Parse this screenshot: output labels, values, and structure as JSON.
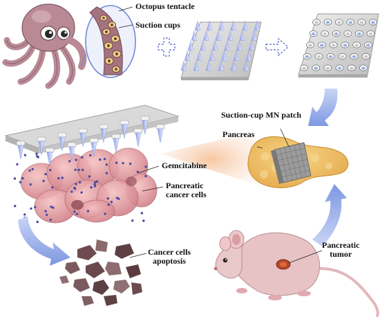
{
  "labels": {
    "octopus_tentacle": "Octopus tentacle",
    "suction_cups": "Suction cups",
    "suction_cup_mn_patch": "Suction-cup MN patch",
    "pancreas": "Pancreas",
    "gemcitabine": "Gemcitabine",
    "pancreatic_cancer_cells_line1": "Pancreatic",
    "pancreatic_cancer_cells_line2": "cancer cells",
    "cancer_cells_apoptosis_line1": "Cancer cells",
    "cancer_cells_apoptosis_line2": "apoptosis",
    "pancreatic_tumor_line1": "Pancreatic",
    "pancreatic_tumor_line2": "tumor"
  },
  "colors": {
    "octopus": "#b98a96",
    "octopus_dark": "#8d5f6c",
    "sucker_ring": "#e9c86a",
    "patch_gray": "#c9c9c9",
    "needle_blue": "#aab7ef",
    "arrow_blue": "#9fb3ea",
    "cells_pink": "#dc8f94",
    "drug_dot": "#4a4aa6",
    "pancreas_orange": "#f2c36b",
    "apoptosis_brown": "#6e4b4f",
    "mouse_pink": "#e7c3c6"
  },
  "icons": [
    "octopus-illustration",
    "plus-icon",
    "arrow-right-icon",
    "curved-arrow-icon",
    "mouse-illustration",
    "microneedle-patch"
  ]
}
